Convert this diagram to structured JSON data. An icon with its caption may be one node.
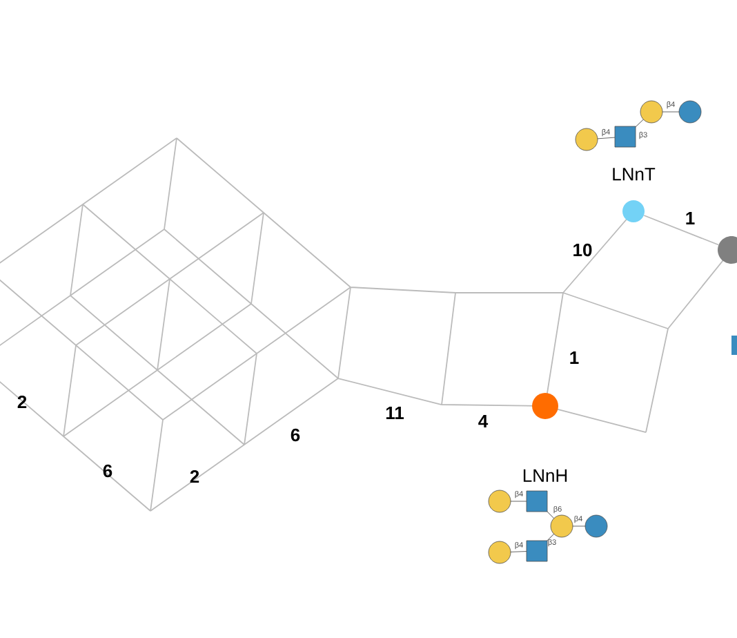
{
  "diagram": {
    "nodes": [
      {
        "text": [
          "LNnT"
        ]
      },
      {
        "text": [],
        "shape": "circle"
      },
      {
        "text": [
          "LNnH"
        ]
      }
    ],
    "edges": [
      {
        "from": 0,
        "to": 1,
        "arrow": "none",
        "label": "1"
      }
    ],
    "labels": [
      "β4",
      "β3",
      "β4",
      "10",
      "1",
      "2",
      "11",
      "4",
      "6",
      "6",
      "2",
      "β4",
      "β6",
      "β4",
      "β4",
      "β3"
    ]
  }
}
